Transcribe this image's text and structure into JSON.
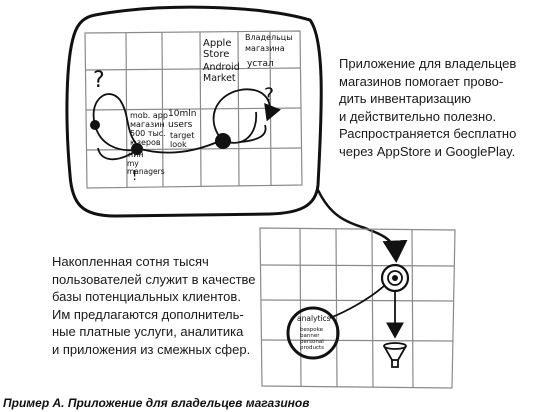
{
  "top_sketch": {
    "note_app_store": [
      "Apple",
      "Store"
    ],
    "note_android_market": [
      "Android",
      "Market"
    ],
    "note_owners": [
      "Владельцы",
      "магазина"
    ],
    "note_installed": [
      "устал"
    ],
    "note_mob_app": [
      "mob. app",
      "магазин",
      "500 тыс.",
      "юзеров"
    ],
    "note_nin": [
      "нин"
    ],
    "note_managers": [
      "my",
      "managers"
    ],
    "note_users": [
      "10mln",
      "users"
    ],
    "note_target": [
      "target",
      "look"
    ]
  },
  "bottom_sketch": {
    "note_analytics": [
      "analytics"
    ],
    "note_products": [
      "bespoke",
      "banner",
      "personal",
      "products"
    ]
  },
  "texts": {
    "top_right_paragraph": "Приложение для владельцев\nмагазинов помогает прово-\nдить инвентаризацию\nи действительно полезно.\nРаспространяется бесплатно\nчерез AppStore и GooglePlay.",
    "left_paragraph": "Накопленная сотня тысяч\nпользователей служит в качестве\nбазы потенциальных клиентов.\nИм предлагаются дополнитель-\nные платные услуги, аналитика\nи приложения из смежных сфер.",
    "caption": "Пример А. Приложение для владельцев магазинов"
  },
  "colors": {
    "ink": "#111111",
    "grid": "#8a8a8a",
    "paper": "#ffffff"
  }
}
